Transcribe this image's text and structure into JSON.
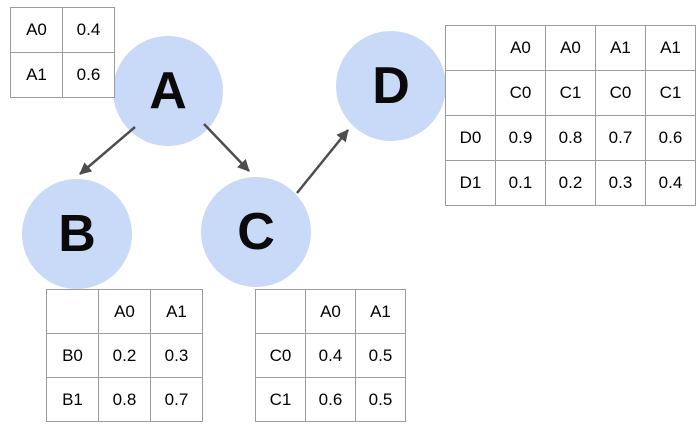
{
  "diagram": {
    "type": "bayesian-network",
    "nodes": [
      {
        "id": "A",
        "label": "A"
      },
      {
        "id": "B",
        "label": "B"
      },
      {
        "id": "C",
        "label": "C"
      },
      {
        "id": "D",
        "label": "D"
      }
    ],
    "edges": [
      {
        "from": "A",
        "to": "B"
      },
      {
        "from": "A",
        "to": "C"
      },
      {
        "from": "C",
        "to": "D"
      }
    ]
  },
  "tables": {
    "a": {
      "rows": [
        [
          "A0",
          "0.4"
        ],
        [
          "A1",
          "0.6"
        ]
      ]
    },
    "b": {
      "rows": [
        [
          "",
          "A0",
          "A1"
        ],
        [
          "B0",
          "0.2",
          "0.3"
        ],
        [
          "B1",
          "0.8",
          "0.7"
        ]
      ]
    },
    "c": {
      "rows": [
        [
          "",
          "A0",
          "A1"
        ],
        [
          "C0",
          "0.4",
          "0.5"
        ],
        [
          "C1",
          "0.6",
          "0.5"
        ]
      ]
    },
    "d": {
      "rows": [
        [
          "",
          "A0",
          "A0",
          "A1",
          "A1"
        ],
        [
          "",
          "C0",
          "C1",
          "C0",
          "C1"
        ],
        [
          "D0",
          "0.9",
          "0.8",
          "0.7",
          "0.6"
        ],
        [
          "D1",
          "0.1",
          "0.2",
          "0.3",
          "0.4"
        ]
      ]
    }
  },
  "colors": {
    "node_fill": "#c9daf8",
    "arrow": "#4d4d4d",
    "table_border": "#9c9c9c",
    "text": "#000000",
    "background": "#ffffff"
  }
}
